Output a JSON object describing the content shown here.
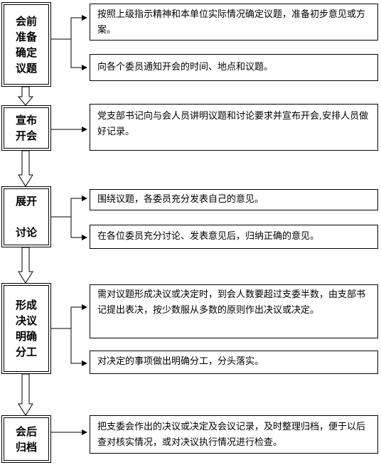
{
  "steps": [
    {
      "label": "会前\n准备\n确定\n议题",
      "notes": [
        "按照上级指示精神和本单位实际情况确定议题，准备初步意见或方案。",
        "向各个委员通知开会的时间、地点和议题。"
      ]
    },
    {
      "label": "宣布\n开会",
      "notes": [
        "党支部书记向与会人员讲明议题和讨论要求并宣布开会,安排人员做好记录。"
      ]
    },
    {
      "label": "展开\n\n讨论",
      "notes": [
        "围绕议题，各委员充分发表自己的意见。",
        "在各位委员充分讨论、发表意见后，归纳正确的意见。"
      ]
    },
    {
      "label": "形成\n决议\n明确\n分工",
      "notes": [
        "需对议题形成决议或决定时，到会人数要超过支委半数，由支部书记提出表决，按少数服从多数的原则作出决议或决定。",
        "对决定的事项做出明确分工，分头落实。"
      ]
    },
    {
      "label": "会后\n归档",
      "notes": [
        "把支委会作出的决议或决定及会议记录，及时整理归档，便于以后查对核实情况，或对决议执行情况进行检查。"
      ]
    }
  ]
}
